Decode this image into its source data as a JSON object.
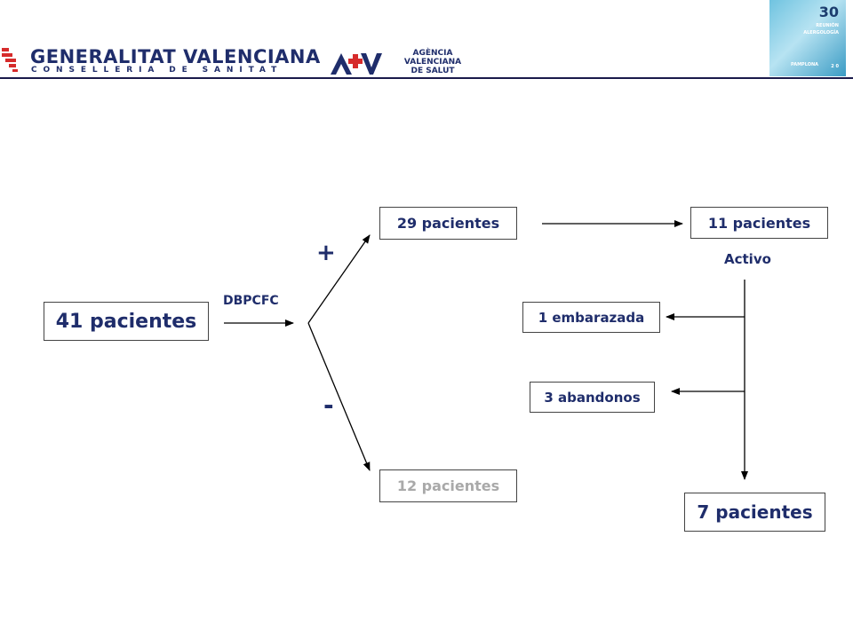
{
  "header": {
    "org_title": "GENERALITAT VALENCIANA",
    "org_subtitle": "CONSELLERIA DE SANITAT",
    "agency_lines": [
      "AGÈNCIA",
      "VALENCIANA",
      "DE SALUT"
    ],
    "event_number": "30",
    "event_line1": "REUNIÓN",
    "event_line2": "ALERGOLOGÍA",
    "event_location": "PAMPLONA",
    "event_year": "2 0",
    "colors": {
      "brand": "#1f2d6b",
      "accent_red": "#d62b2b"
    }
  },
  "diagram": {
    "start": "41 pacientes",
    "test_label": "DBPCFC",
    "positive_sign": "+",
    "negative_sign": "-",
    "positive_group": "29 pacientes",
    "negative_group": "12 pacientes",
    "active_group": "11 pacientes",
    "active_label": "Activo",
    "pregnant": "1 embarazada",
    "dropouts": "3 abandonos",
    "final": "7 pacientes",
    "colors": {
      "text": "#1f2d6b",
      "muted": "#a9a9a9",
      "line": "#000000"
    }
  }
}
